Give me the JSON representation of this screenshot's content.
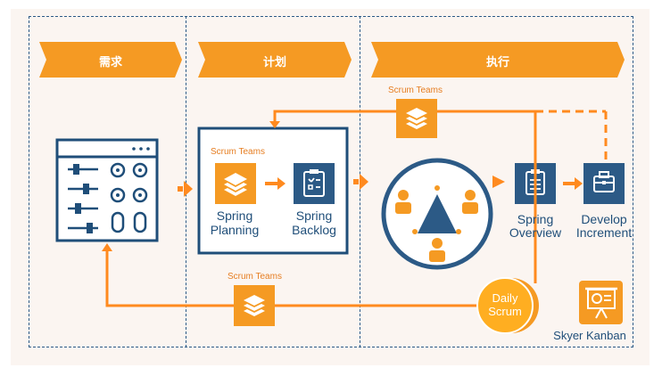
{
  "phases": [
    {
      "label": "需求"
    },
    {
      "label": "计划"
    },
    {
      "label": "执行"
    }
  ],
  "scrum_teams_label": "Scrum Teams",
  "planning_box": {
    "team_label": "Scrum Teams",
    "steps": [
      {
        "label_line1": "Spring",
        "label_line2": "Planning"
      },
      {
        "label_line1": "Spring",
        "label_line2": "Backlog"
      }
    ]
  },
  "execution": {
    "overview": {
      "label_line1": "Spring",
      "label_line2": "Overview"
    },
    "increment": {
      "label_line1": "Develop",
      "label_line2": "Increment"
    },
    "daily_scrum": {
      "label_line1": "Daily",
      "label_line2": "Scrum"
    }
  },
  "brand": {
    "name": "Skyer Kanban"
  },
  "colors": {
    "orange": "#f59a23",
    "navy": "#1f4e79",
    "accent": "#ff8a1f"
  }
}
